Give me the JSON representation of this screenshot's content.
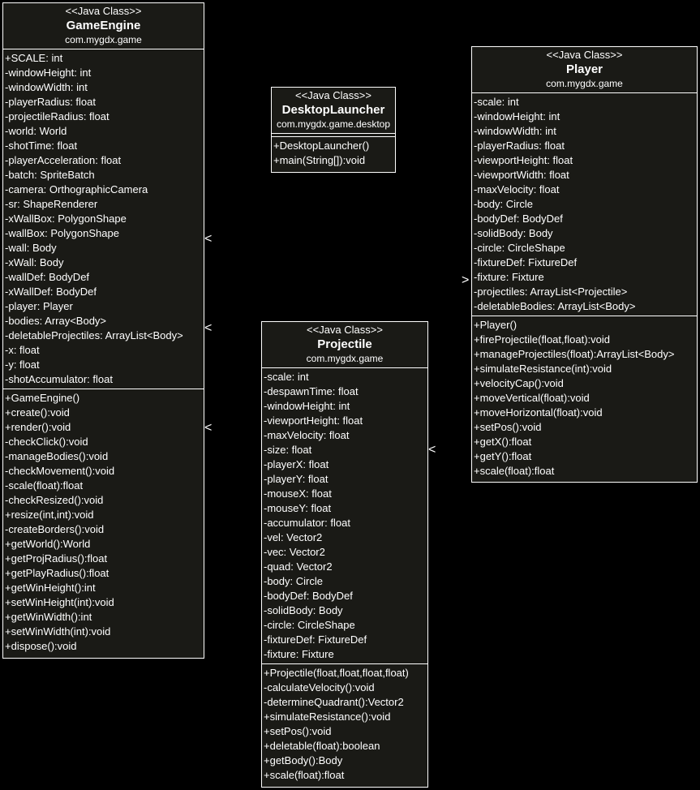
{
  "classes": {
    "game_engine": {
      "stereotype": "<<Java Class>>",
      "name": "GameEngine",
      "package": "com.mygdx.game",
      "attributes": [
        "+SCALE: int",
        "-windowHeight: int",
        "-windowWidth: int",
        "-playerRadius: float",
        "-projectileRadius: float",
        "-world: World",
        "-shotTime: float",
        "-playerAcceleration: float",
        "-batch: SpriteBatch",
        "-camera: OrthographicCamera",
        "-sr: ShapeRenderer",
        "-xWallBox: PolygonShape",
        "-wallBox: PolygonShape",
        "-wall: Body",
        "-xWall: Body",
        "-wallDef: BodyDef",
        "-xWallDef: BodyDef",
        "-player: Player",
        "-bodies: Array<Body>",
        "-deletableProjectiles: ArrayList<Body>",
        "-x: float",
        "-y: float",
        "-shotAccumulator: float"
      ],
      "methods": [
        "+GameEngine()",
        "+create():void",
        "+render():void",
        "-checkClick():void",
        "-manageBodies():void",
        "-checkMovement():void",
        "-scale(float):float",
        "-checkResized():void",
        "+resize(int,int):void",
        "-createBorders():void",
        "+getWorld():World",
        "+getProjRadius():float",
        "+getPlayRadius():float",
        "+getWinHeight():int",
        "+setWinHeight(int):void",
        "+getWinWidth():int",
        "+setWinWidth(int):void",
        "+dispose():void"
      ]
    },
    "desktop_launcher": {
      "stereotype": "<<Java Class>>",
      "name": "DesktopLauncher",
      "package": "com.mygdx.game.desktop",
      "attributes": [],
      "methods": [
        "+DesktopLauncher()",
        "+main(String[]):void"
      ]
    },
    "player": {
      "stereotype": "<<Java Class>>",
      "name": "Player",
      "package": "com.mygdx.game",
      "attributes": [
        "-scale: int",
        "-windowHeight: int",
        "-windowWidth: int",
        "-playerRadius: float",
        "-viewportHeight: float",
        "-viewportWidth: float",
        "-maxVelocity: float",
        "-body: Circle",
        "-bodyDef: BodyDef",
        "-solidBody: Body",
        "-circle: CircleShape",
        "-fixtureDef: FixtureDef",
        "-fixture: Fixture",
        "-projectiles: ArrayList<Projectile>",
        "-deletableBodies: ArrayList<Body>"
      ],
      "methods": [
        "+Player()",
        "+fireProjectile(float,float):void",
        "+manageProjectiles(float):ArrayList<Body>",
        "+simulateResistance(int):void",
        "+velocityCap():void",
        "+moveVertical(float):void",
        "+moveHorizontal(float):void",
        "+setPos():void",
        "+getX():float",
        "+getY():float",
        "+scale(float):float"
      ]
    },
    "projectile": {
      "stereotype": "<<Java Class>>",
      "name": "Projectile",
      "package": "com.mygdx.game",
      "attributes": [
        "-scale: int",
        "-despawnTime: float",
        "-windowHeight: int",
        "-viewportHeight: float",
        "-maxVelocity: float",
        "-size: float",
        "-playerX: float",
        "-playerY: float",
        "-mouseX: float",
        "-mouseY: float",
        "-accumulator: float",
        "-vel: Vector2",
        "-vec: Vector2",
        "-quad: Vector2",
        "-body: Circle",
        "-bodyDef: BodyDef",
        "-solidBody: Body",
        "-circle: CircleShape",
        "-fixtureDef: FixtureDef",
        "-fixture: Fixture"
      ],
      "methods": [
        "+Projectile(float,float,float,float)",
        "-calculateVelocity():void",
        "-determineQuadrant():Vector2",
        "+simulateResistance():void",
        "+setPos():void",
        "+deletable(float):boolean",
        "+getBody():Body",
        "+scale(float):float"
      ]
    }
  },
  "connectors": {
    "arrow_left": "<",
    "arrow_right": ">"
  },
  "colors": {
    "background": "#000000",
    "box_fill": "#1a1a16",
    "line": "#ffffff",
    "text": "#ffffff"
  }
}
